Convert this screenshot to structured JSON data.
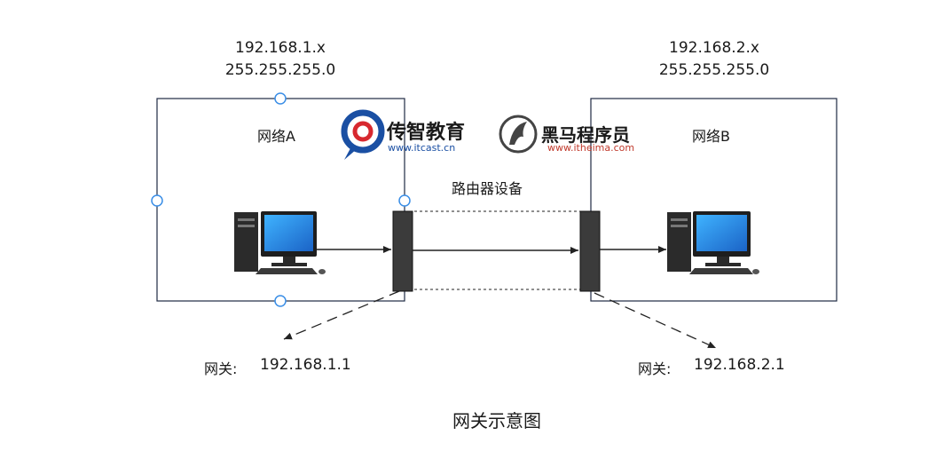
{
  "network_a": {
    "ip": "192.168.1.x",
    "mask": "255.255.255.0",
    "label": "网络A",
    "gateway_label": "网关:",
    "gateway_ip": "192.168.1.1"
  },
  "network_b": {
    "ip": "192.168.2.x",
    "mask": "255.255.255.0",
    "label": "网络B",
    "gateway_label": "网关:",
    "gateway_ip": "192.168.2.1"
  },
  "router_label": "路由器设备",
  "caption": "网关示意图",
  "logos": {
    "itcast": {
      "name": "传智教育",
      "url": "www.itcast.cn"
    },
    "itheima": {
      "name": "黑马程序员",
      "url": "www.itheima.com"
    }
  },
  "colors": {
    "box_border": "#1f2a44",
    "handle": "#3a8ee6",
    "router_body": "#3b3b3b",
    "itcast_blue": "#1a4fa3",
    "itcast_red": "#d7282f",
    "itheima_url": "#c0392b"
  }
}
